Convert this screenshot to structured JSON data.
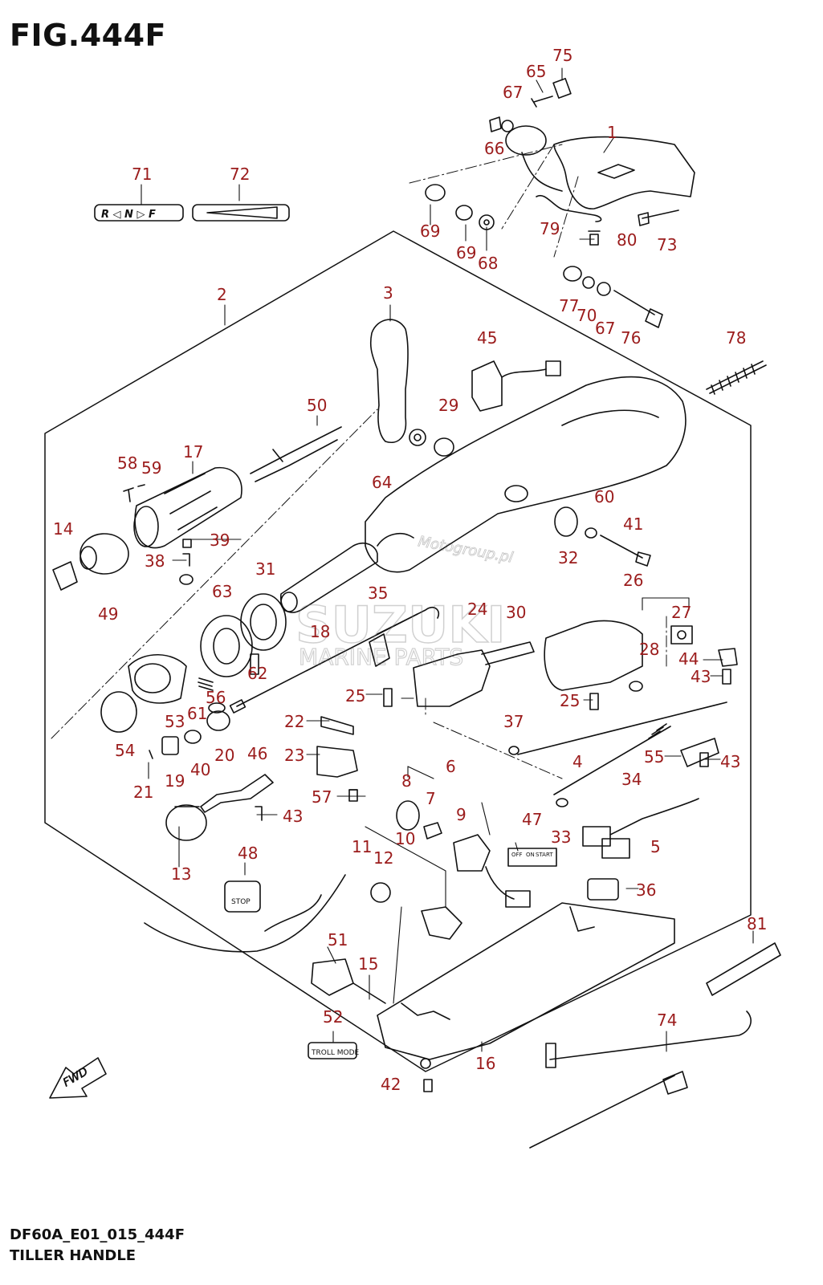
{
  "figure": {
    "title": "FIG.444F",
    "code": "DF60A_E01_015_444F",
    "subtitle": "TILLER HANDLE"
  },
  "watermark": {
    "brand": "SUZUKI",
    "sub": "MARINE PARTS",
    "site": "Motogroup.pl"
  },
  "decals": {
    "shift": "R ◁ N ▷ F",
    "stop": "STOP",
    "troll": "TROLL MODE",
    "ignition_off": "OFF",
    "ignition_on": "ON",
    "ignition_start": "START",
    "fwd": "FWD"
  },
  "callouts": [
    "1",
    "2",
    "3",
    "4",
    "5",
    "6",
    "7",
    "8",
    "9",
    "10",
    "11",
    "12",
    "13",
    "14",
    "15",
    "16",
    "17",
    "18",
    "19",
    "20",
    "21",
    "22",
    "23",
    "24",
    "25",
    "25",
    "26",
    "27",
    "28",
    "29",
    "30",
    "31",
    "32",
    "33",
    "34",
    "35",
    "36",
    "37",
    "38",
    "39",
    "40",
    "41",
    "42",
    "43",
    "43",
    "43",
    "43",
    "44",
    "45",
    "46",
    "47",
    "48",
    "49",
    "50",
    "51",
    "52",
    "53",
    "54",
    "55",
    "56",
    "57",
    "58",
    "59",
    "60",
    "61",
    "62",
    "63",
    "64",
    "65",
    "66",
    "67",
    "67",
    "68",
    "69",
    "69",
    "70",
    "71",
    "72",
    "73",
    "74",
    "75",
    "76",
    "77",
    "78",
    "79",
    "80",
    "81"
  ]
}
